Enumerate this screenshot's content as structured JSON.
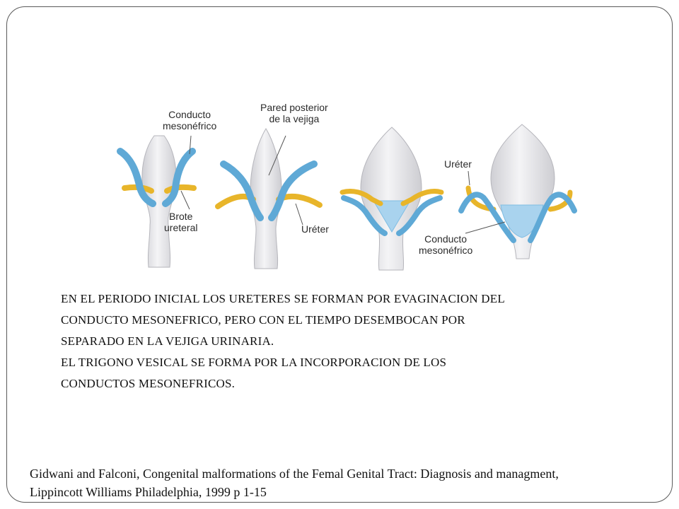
{
  "figure": {
    "labels": {
      "conducto_mesonefrico_1": "Conducto\nmesonéfrico",
      "pared_posterior": "Pared posterior\nde la vejiga",
      "brote_ureteral": "Brote\nureteral",
      "ureter_1": "Uréter",
      "ureter_2": "Uréter",
      "conducto_mesonefrico_2": "Conducto\nmesonéfrico"
    },
    "colors": {
      "mesonephric_duct": "#5fa9d6",
      "ureter": "#e8b52a",
      "trigone": "#a9d3ee",
      "bladder": "#e9e9ec"
    }
  },
  "body": {
    "line1": "EN EL PERIODO INICIAL LOS URETERES SE FORMAN POR EVAGINACION DEL",
    "line2": "CONDUCTO MESONEFRICO, PERO CON EL TIEMPO DESEMBOCAN POR",
    "line3": "SEPARADO EN LA VEJIGA URINARIA.",
    "line4": "EL TRIGONO VESICAL SE FORMA POR LA INCORPORACION DE LOS",
    "line5": "CONDUCTOS MESONEFRICOS."
  },
  "citation": {
    "line1": "Gidwani and Falconi, Congenital malformations of the Femal Genital Tract: Diagnosis and managment,",
    "line2": "Lippincott Williams Philadelphia, 1999 p 1-15"
  }
}
